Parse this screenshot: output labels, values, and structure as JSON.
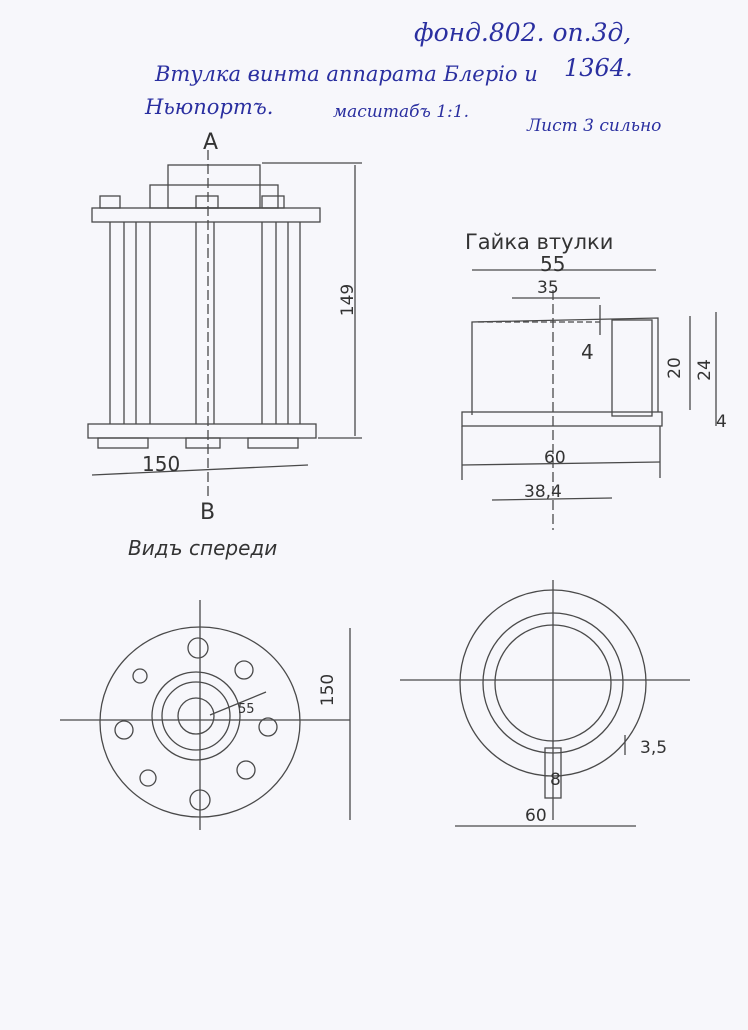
{
  "header": {
    "archive_ref": "фонд.802. оп.3д,",
    "archive_number": "1364.",
    "title_line1": "Втулка винта аппарата Блеріо и",
    "title_line2": "Ньюпортъ.",
    "scale": "масштабъ 1:1.",
    "sheet": "Лист 3 сильно"
  },
  "side_view": {
    "label_top": "A",
    "label_bottom": "B",
    "height_dim": "149",
    "width_dim": "150",
    "caption": "Видъ спереди"
  },
  "nut_view": {
    "title": "Гайка втулки",
    "dims": {
      "top_width": "55",
      "inner": "35",
      "depth": "4",
      "height_inner": "20",
      "height_total": "24",
      "flange": "4",
      "base_width": "60",
      "bore": "38,4"
    }
  },
  "front_view": {
    "diameter": "150",
    "radius": "55"
  },
  "nut_front_view": {
    "slot_depth": "3,5",
    "slot_width": "8",
    "diameter": "60"
  }
}
